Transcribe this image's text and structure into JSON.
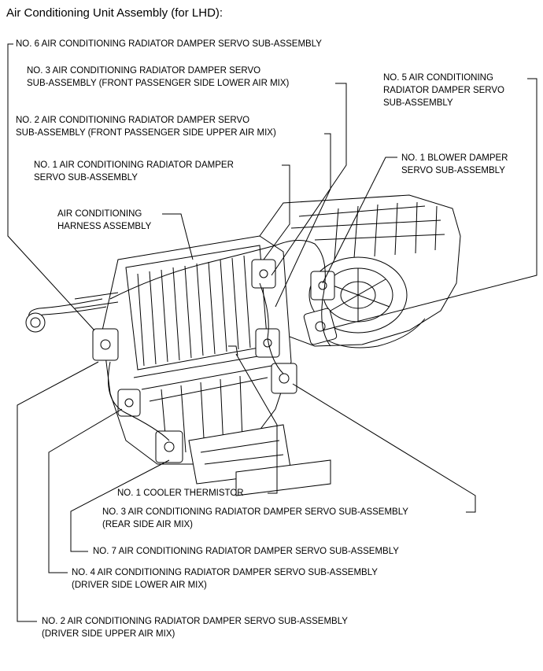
{
  "title": "Air Conditioning Unit Assembly (for LHD):",
  "labels": {
    "servo6": "NO. 6 AIR CONDITIONING RADIATOR DAMPER SERVO SUB-ASSEMBLY",
    "servo3_front": [
      "NO. 3 AIR CONDITIONING RADIATOR DAMPER SERVO",
      "SUB-ASSEMBLY (FRONT PASSENGER SIDE LOWER AIR MIX)"
    ],
    "servo2_front": [
      "NO. 2 AIR CONDITIONING RADIATOR DAMPER SERVO",
      "SUB-ASSEMBLY (FRONT PASSENGER SIDE UPPER AIR MIX)"
    ],
    "servo1": [
      "NO. 1 AIR CONDITIONING RADIATOR DAMPER",
      "SERVO SUB-ASSEMBLY"
    ],
    "harness": [
      "AIR CONDITIONING",
      "HARNESS ASSEMBLY"
    ],
    "servo5": [
      "NO. 5 AIR CONDITIONING",
      "RADIATOR DAMPER SERVO",
      "SUB-ASSEMBLY"
    ],
    "blower": [
      "NO. 1 BLOWER DAMPER",
      "SERVO SUB-ASSEMBLY"
    ],
    "thermistor": "NO. 1 COOLER THERMISTOR",
    "servo3_rear": [
      "NO. 3 AIR CONDITIONING RADIATOR DAMPER SERVO SUB-ASSEMBLY",
      "(REAR SIDE AIR MIX)"
    ],
    "servo7": "NO. 7 AIR CONDITIONING RADIATOR DAMPER SERVO SUB-ASSEMBLY",
    "servo4": [
      "NO. 4 AIR CONDITIONING RADIATOR DAMPER SERVO SUB-ASSEMBLY",
      "(DRIVER SIDE LOWER AIR MIX)"
    ],
    "servo2_driver": [
      "NO. 2 AIR CONDITIONING RADIATOR DAMPER SERVO SUB-ASSEMBLY",
      "(DRIVER SIDE UPPER AIR MIX)"
    ]
  }
}
